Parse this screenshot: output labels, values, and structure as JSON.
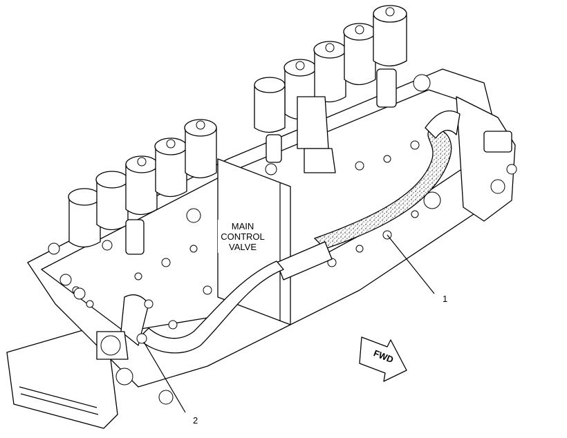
{
  "labels": {
    "main_control_valve": [
      "MAIN",
      "CONTROL",
      "VALVE"
    ],
    "direction": "FWD"
  },
  "callouts": [
    {
      "number": "1"
    },
    {
      "number": "2"
    }
  ],
  "colors": {
    "line": "#000000",
    "background": "#ffffff"
  }
}
